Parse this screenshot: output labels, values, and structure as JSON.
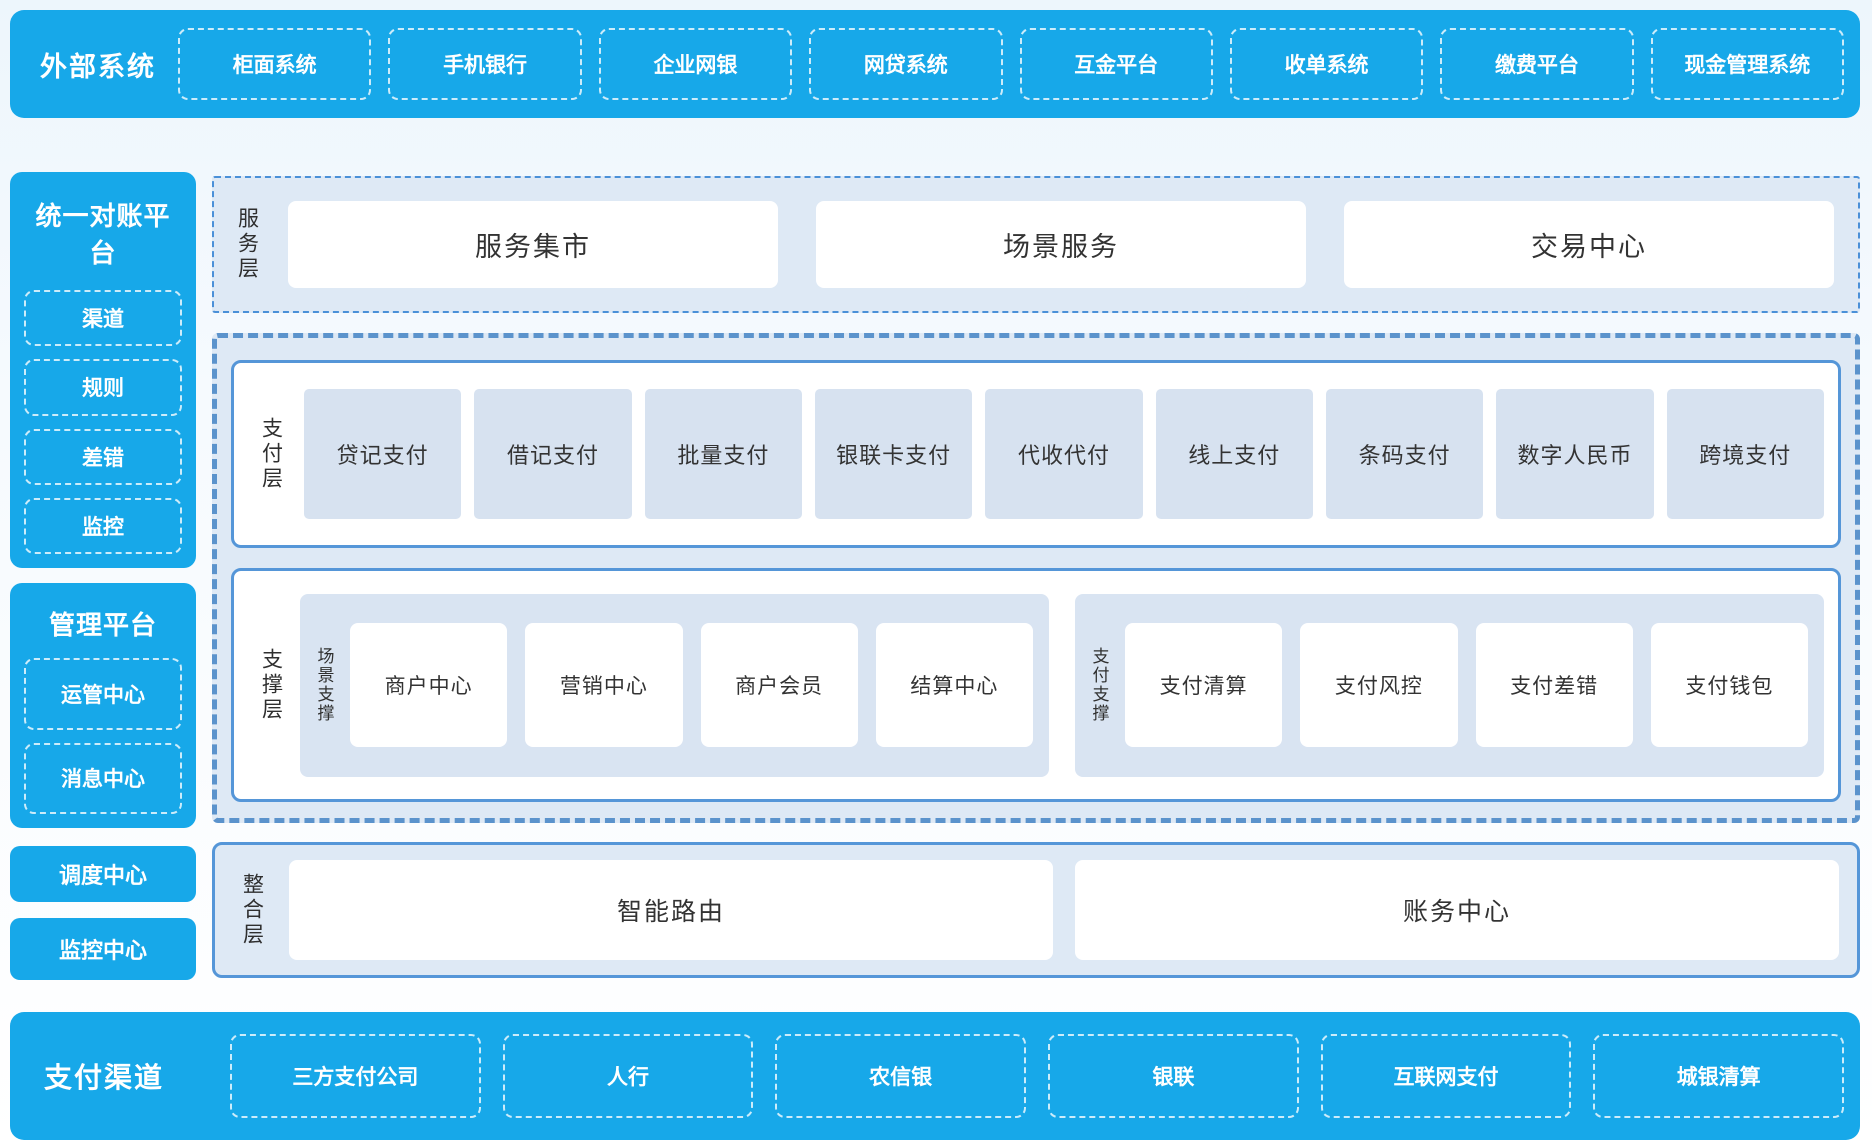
{
  "colors": {
    "brand_blue": "#17a8e9",
    "panel_bg": "#dee9f5",
    "item_bg": "#d7e2f0",
    "solid_border": "#5596d8",
    "dashed_border": "#5b93cc",
    "dashdot_border": "#4a90d8",
    "text_dark": "#333333"
  },
  "top_bar": {
    "title": "外部系统",
    "items": [
      "柜面系统",
      "手机银行",
      "企业网银",
      "网贷系统",
      "互金平台",
      "收单系统",
      "缴费平台",
      "现金管理系统"
    ]
  },
  "sidebar": {
    "recon_platform": {
      "title": "统一对账平台",
      "items": [
        "渠道",
        "规则",
        "差错",
        "监控"
      ]
    },
    "mgmt_platform": {
      "title": "管理平台",
      "items": [
        "运管中心",
        "消息中心"
      ]
    },
    "solo_boxes": [
      "调度中心",
      "监控中心"
    ]
  },
  "layers": {
    "service": {
      "label": "服务层",
      "items": [
        "服务集市",
        "场景服务",
        "交易中心"
      ]
    },
    "payment": {
      "label": "支付层",
      "items": [
        "贷记支付",
        "借记支付",
        "批量支付",
        "银联卡支付",
        "代收代付",
        "线上支付",
        "条码支付",
        "数字人民币",
        "跨境支付"
      ]
    },
    "support": {
      "label": "支撑层",
      "groups": [
        {
          "label": "场景支撑",
          "items": [
            "商户中心",
            "营销中心",
            "商户会员",
            "结算中心"
          ]
        },
        {
          "label": "支付支撑",
          "items": [
            "支付清算",
            "支付风控",
            "支付差错",
            "支付钱包"
          ]
        }
      ]
    },
    "integration": {
      "label": "整合层",
      "items": [
        "智能路由",
        "账务中心"
      ]
    }
  },
  "bottom_bar": {
    "title": "支付渠道",
    "items": [
      "三方支付公司",
      "人行",
      "农信银",
      "银联",
      "互联网支付",
      "城银清算"
    ]
  }
}
